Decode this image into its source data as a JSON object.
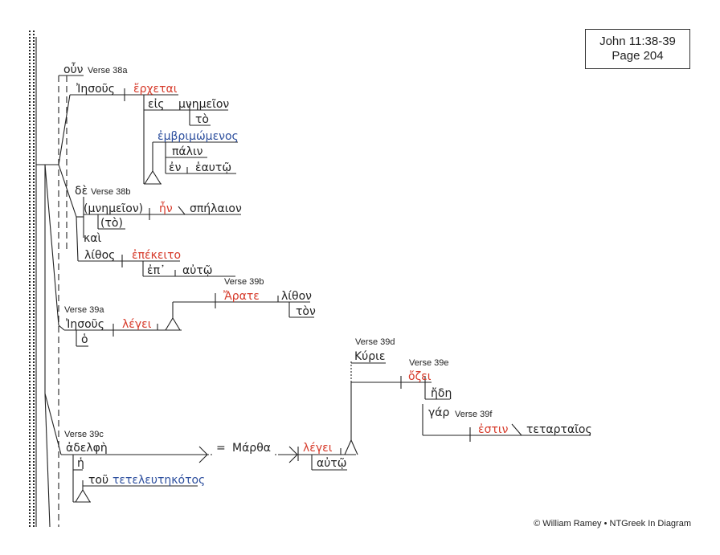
{
  "reference": {
    "passage": "John 11:38-39",
    "page": "Page 204"
  },
  "copyright": "© William Ramey • NTGreek In Diagram",
  "verses": {
    "v38a": "Verse 38a",
    "v38b": "Verse 38b",
    "v39a": "Verse 39a",
    "v39b": "Verse 39b",
    "v39c": "Verse 39c",
    "v39d": "Verse 39d",
    "v39e": "Verse 39e",
    "v39f": "Verse 39f"
  },
  "words": {
    "oun": "οὖν",
    "iesous1": "Ἰησοῦς",
    "erchetai": "ἔρχεται",
    "eis": "εἰς",
    "mnemeion": "μνημεῖον",
    "to1": "τὸ",
    "embrimomenos": "ἐμβριμώμενος",
    "palin": "πάλιν",
    "en": "ἐν",
    "heauto": "ἑαυτῷ",
    "de": "δὲ",
    "mnemeion_paren": "(μνημεῖον)",
    "to_paren": "(τὸ)",
    "en_verb": "ἦν",
    "spelaion": "σπήλαιον",
    "kai": "καὶ",
    "lithos": "λίθος",
    "epekeito": "ἐπέκειτο",
    "ep": "ἐπ᾽",
    "auto1": "αὐτῷ",
    "arate": "Ἄρατε",
    "lithon": "λίθον",
    "ton": "τὸν",
    "iesous2": "Ἰησοῦς",
    "legei1": "λέγει",
    "ho": "ὁ",
    "kyrie": "Κύριε",
    "ozei": "ὄζει",
    "ede": "ἤδη",
    "gar": "γάρ",
    "estin": "ἐστιν",
    "tetartaios": "τεταρταῖος",
    "adelphe": "ἀδελφὴ",
    "eq": "=",
    "martha": "Μάρθα",
    "legei2": "λέγει",
    "auto2": "αὐτῷ",
    "he": "ἡ",
    "tou": "τοῦ",
    "teteleutekotos": "τετελευτηκότος"
  },
  "colors": {
    "verb": "#d63a2a",
    "participle": "#2d4f9e",
    "line": "#222222"
  }
}
